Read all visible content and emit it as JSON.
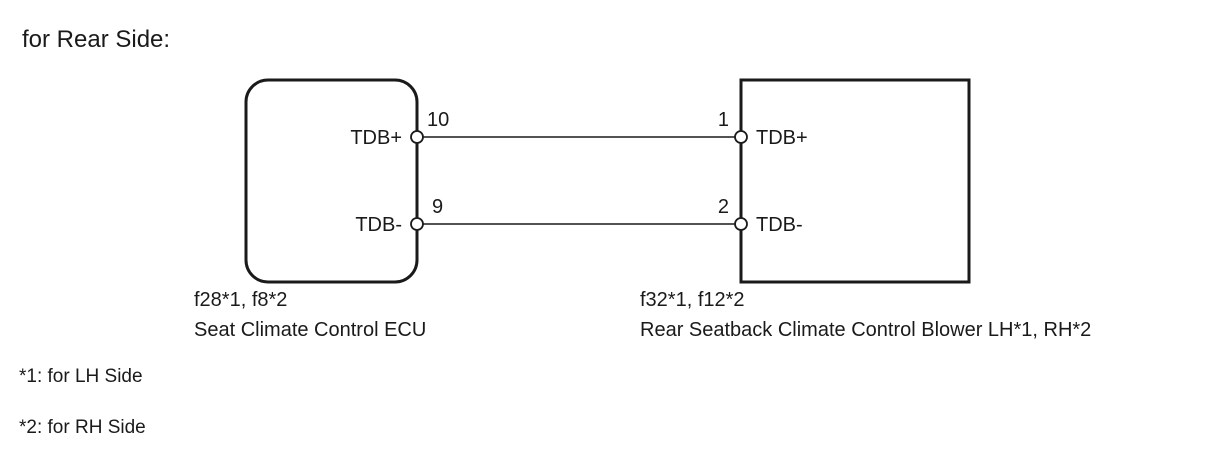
{
  "title": "for Rear Side:",
  "ecu": {
    "connector": "f28*1, f8*2",
    "name": "Seat Climate Control ECU",
    "pins": [
      {
        "number": "10",
        "signal": "TDB+"
      },
      {
        "number": "9",
        "signal": "TDB-"
      }
    ]
  },
  "blower": {
    "connector": "f32*1, f12*2",
    "name": "Rear Seatback Climate Control Blower LH*1, RH*2",
    "pins": [
      {
        "number": "1",
        "signal": "TDB+"
      },
      {
        "number": "2",
        "signal": "TDB-"
      }
    ]
  },
  "notes": [
    "*1: for LH Side",
    "*2: for RH Side"
  ]
}
